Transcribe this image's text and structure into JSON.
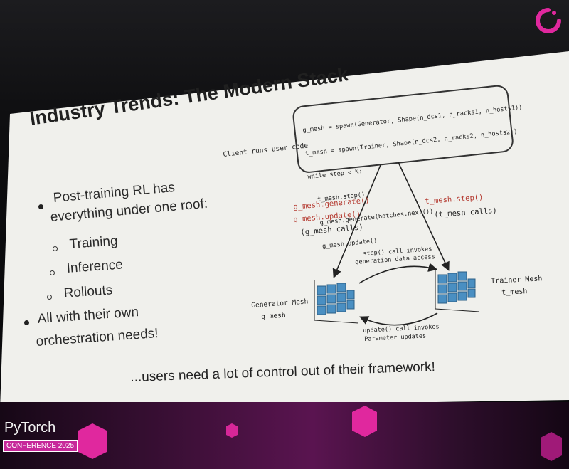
{
  "slide": {
    "title": "Industry Trends: The Modern Stack",
    "bullets": [
      {
        "line1": "Post-training RL has",
        "line2": "everything under one roof:"
      },
      {
        "line1": "All with their own",
        "line2": "orchestration needs!"
      }
    ],
    "sub_bullets": [
      "Training",
      "Inference",
      "Rollouts"
    ],
    "caption": "...users need a lot of control out of their framework!"
  },
  "diagram": {
    "client_label": "Client runs user code",
    "code_lines": [
      "g_mesh = spawn(Generator, Shape(n_dcs1, n_racks1, n_hosts1))",
      "t_mesh = spawn(Trainer, Shape(n_dcs2, n_racks2, n_hosts2))",
      "while step < N:",
      "  t_mesh.step()",
      "  g_mesh.generate(batches.next())",
      "  g_mesh.update()"
    ],
    "left_calls": [
      "g_mesh.generate()",
      "g_mesh.update()",
      "(g_mesh calls)"
    ],
    "right_calls": [
      "t_mesh.step()",
      "(t_mesh calls)"
    ],
    "top_flow": [
      "step() call invokes",
      "generation data access"
    ],
    "bottom_flow": [
      "update() call invokes",
      "Parameter updates"
    ],
    "generator_label": [
      "Generator Mesh",
      "g_mesh"
    ],
    "trainer_label": [
      "Trainer Mesh",
      "t_mesh"
    ],
    "accent_red": "#b43a30",
    "cube_color": "#4a8fc2"
  },
  "event": {
    "logo_text": "PyTorch",
    "badge_text": "CONFERENCE 2025",
    "accent_pink": "#e0289e"
  }
}
